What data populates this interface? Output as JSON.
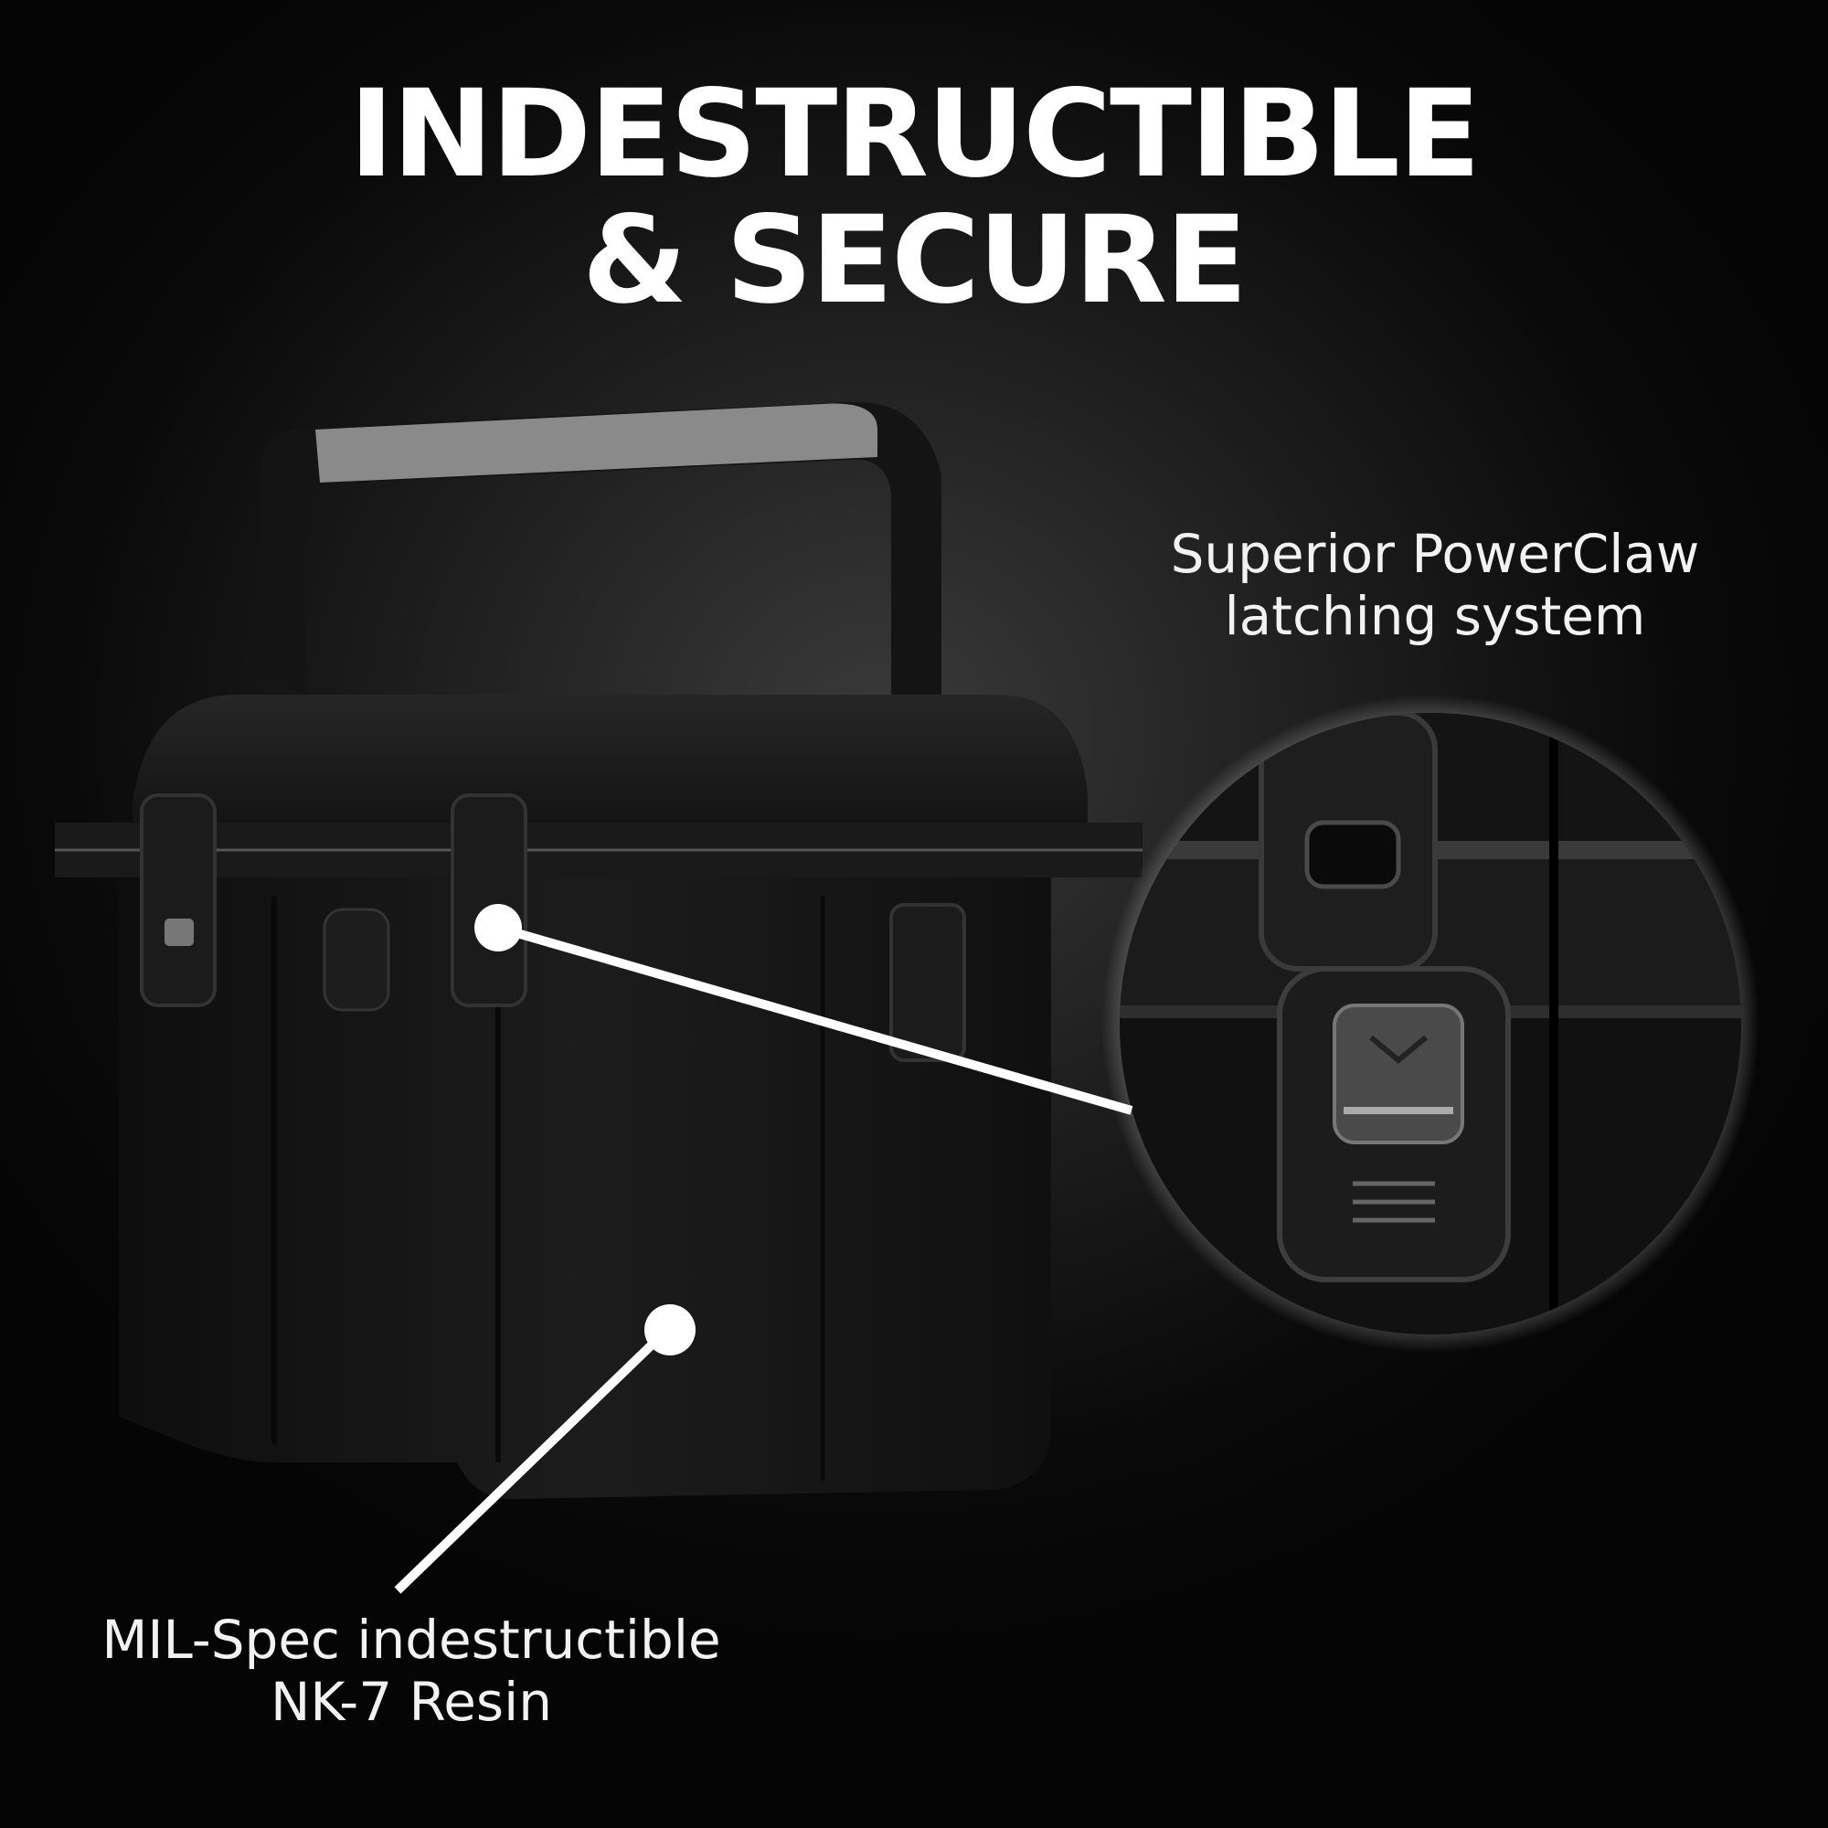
{
  "headline": {
    "line1": "INDESTRUCTIBLE",
    "line2": "& SECURE"
  },
  "callouts": {
    "latch": {
      "line1": "Superior PowerClaw",
      "line2": "latching system"
    },
    "resin": {
      "line1": "MIL-Spec indestructible",
      "line2": "NK-7 Resin"
    }
  },
  "colors": {
    "background": "#0a0a0a",
    "text": "#ffffff",
    "case": "#151515",
    "handle_grip": "#8a8a8a",
    "pointer": "#ffffff"
  }
}
